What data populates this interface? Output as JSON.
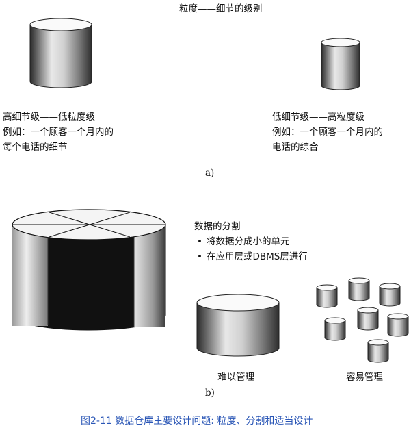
{
  "part_a": {
    "heading": "粒度——细节的级别",
    "left_block": {
      "line1": "高细节级——低粒度级",
      "line2": "例如：一个顾客一个月内的",
      "line3": "每个电话的细节"
    },
    "right_block": {
      "line1": "低细节级——高粒度级",
      "line2": "例如：一个顾客一个月内的",
      "line3": "电话的综合"
    },
    "label": "a)"
  },
  "part_b": {
    "heading": "数据的分割",
    "bullets": [
      "将数据分成小的单元",
      "在应用层或DBMS层进行"
    ],
    "hard_label": "难以管理",
    "easy_label": "容易管理",
    "label": "b)"
  },
  "caption": "图2-11   数据仓库主要设计问题: 粒度、分割和适当设计"
}
